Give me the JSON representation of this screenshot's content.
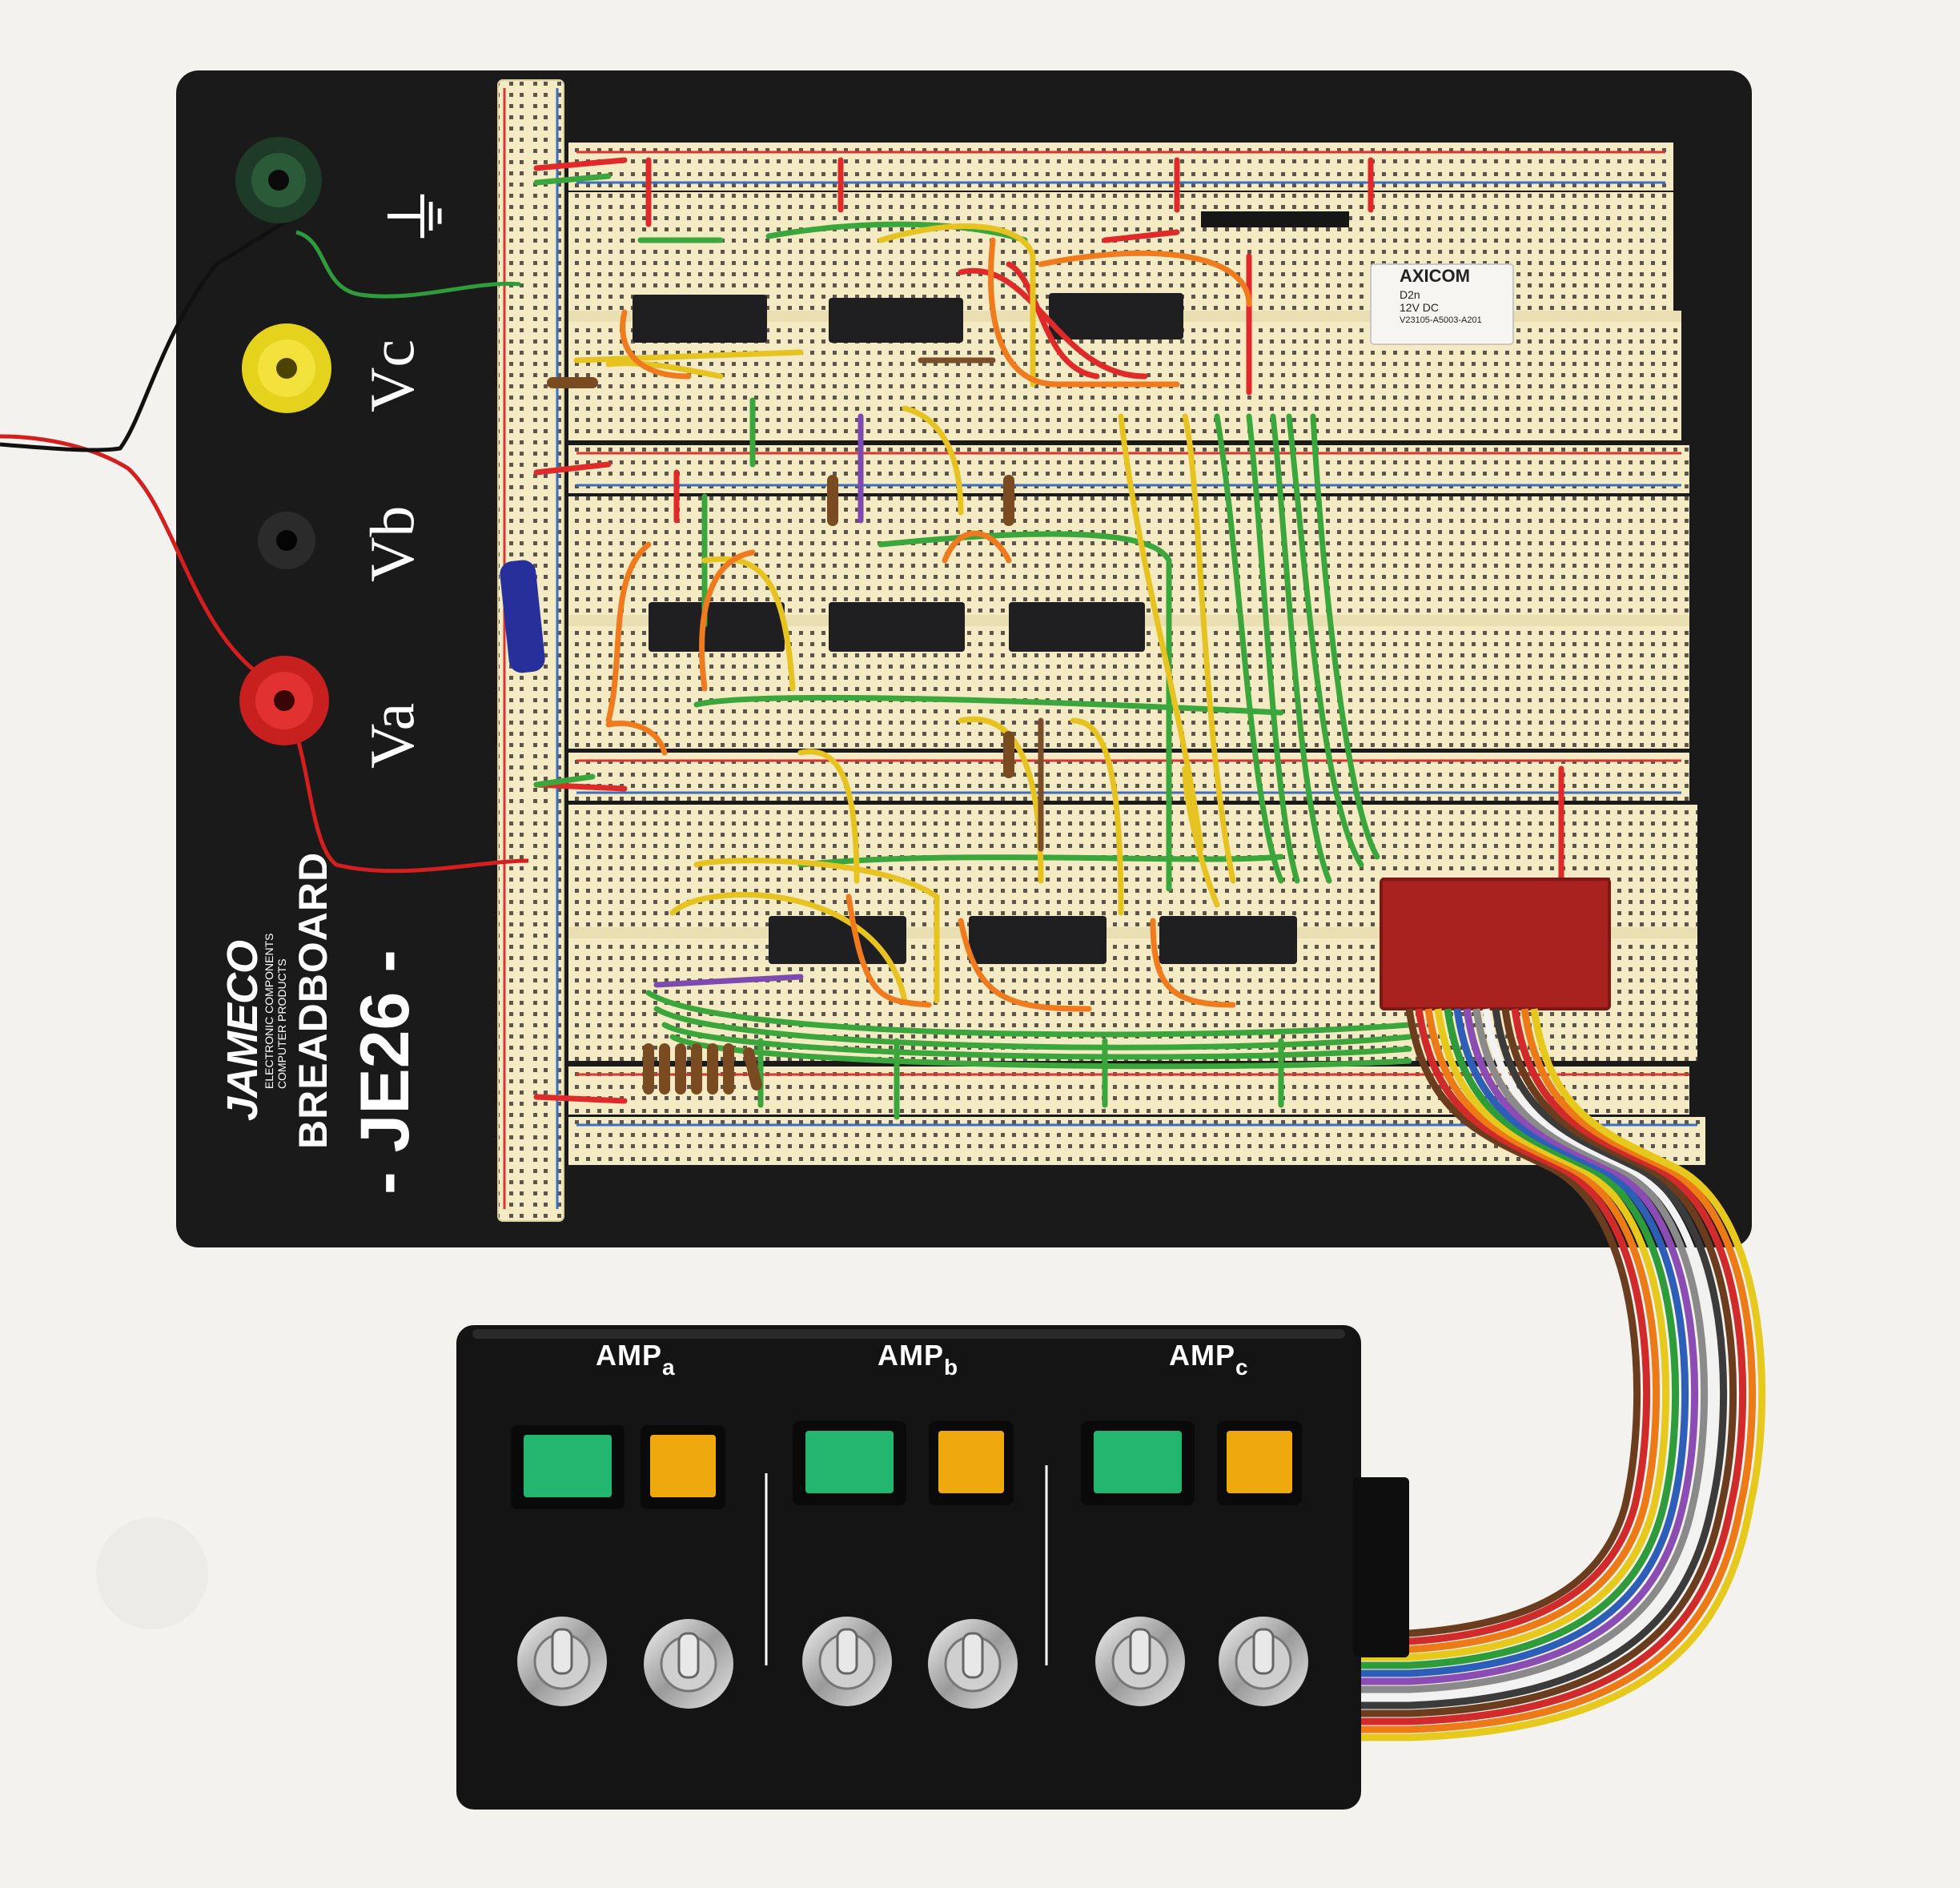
{
  "breadboard": {
    "brand": "JAMECO",
    "brand_tagline_1": "ELECTRONIC COMPONENTS",
    "brand_tagline_2": "COMPUTER PRODUCTS",
    "product": "BREADBOARD",
    "model": "- JE26 -",
    "posts": [
      {
        "name": "ground",
        "label": "⏚",
        "color": "#1d3b26"
      },
      {
        "name": "vc",
        "label": "Vc",
        "color": "#e4d21c"
      },
      {
        "name": "vb",
        "label": "Vb",
        "color": "#1a1a1a"
      },
      {
        "name": "va",
        "label": "Va",
        "color": "#c81f1f"
      }
    ]
  },
  "relay": {
    "brand": "AXICOM",
    "line1": "D2n",
    "line2": "12V DC",
    "line3": "V23105-A5003-A201"
  },
  "control_box": {
    "groups": [
      {
        "label": "AMP",
        "sub": "a"
      },
      {
        "label": "AMP",
        "sub": "b"
      },
      {
        "label": "AMP",
        "sub": "c"
      }
    ],
    "colors": {
      "green_button": "#22b66f",
      "amber_button": "#f0a80f",
      "box": "#141414"
    }
  },
  "colors": {
    "board": "#1b1a1b",
    "breadboard": "#f5ecc6",
    "wire_red": "#e02a2a",
    "wire_green": "#3aa63c",
    "wire_yellow": "#e6c320",
    "wire_orange": "#f07a1e"
  }
}
